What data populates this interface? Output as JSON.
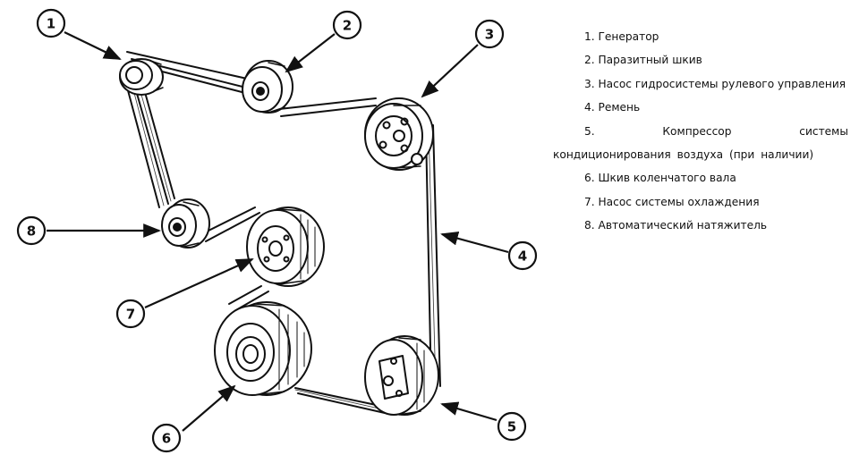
{
  "callouts": [
    {
      "num": "1",
      "part": "generator"
    },
    {
      "num": "2",
      "part": "idler-pulley"
    },
    {
      "num": "3",
      "part": "power-steering-pump"
    },
    {
      "num": "4",
      "part": "belt"
    },
    {
      "num": "5",
      "part": "ac-compressor"
    },
    {
      "num": "6",
      "part": "crankshaft-pulley"
    },
    {
      "num": "7",
      "part": "water-pump"
    },
    {
      "num": "8",
      "part": "automatic-tensioner"
    }
  ],
  "legend": [
    "1. Генератор",
    "2. Паразитный шкив",
    "3. Насос гидросистемы рулевого управления",
    "4. Ремень",
    "5. Компрессор системы кондиционирования воздуха (при наличии)",
    "6. Шкив коленчатого вала",
    "7. Насос системы охлаждения",
    "8. Автоматический натяжитель"
  ]
}
